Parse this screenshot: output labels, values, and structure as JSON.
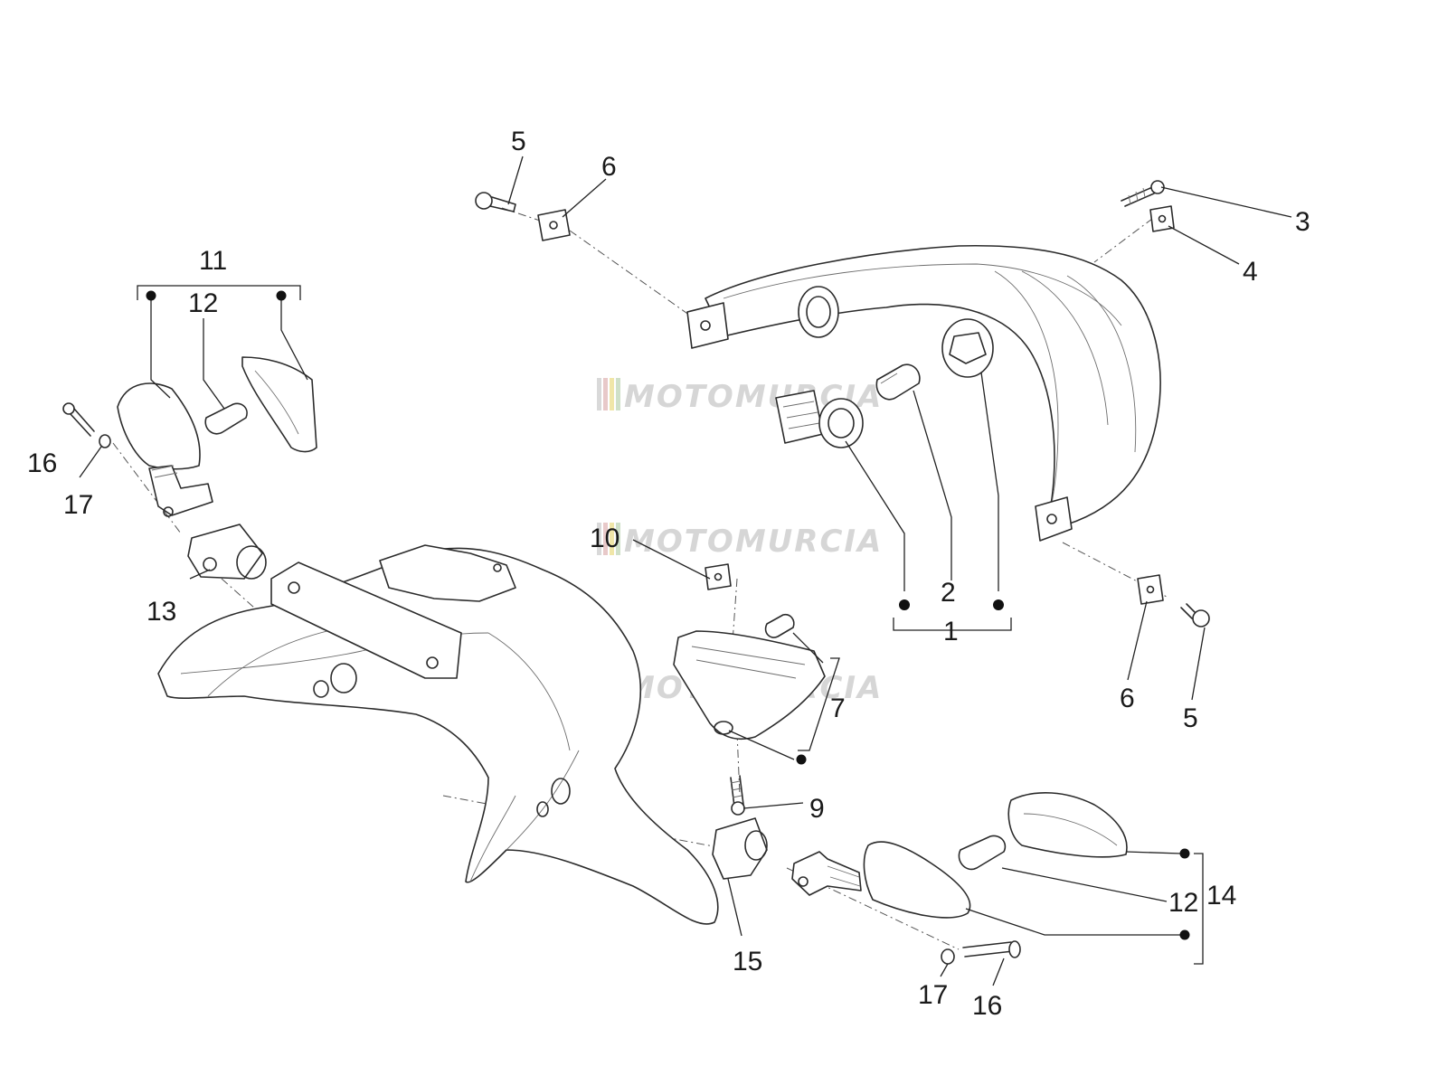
{
  "watermark": {
    "text": "MOTOMURCIA",
    "stripe_colors": [
      "#d9d9d9",
      "#e8c9c9",
      "#f0e6a8",
      "#cfe0c8"
    ]
  },
  "labels": {
    "n1": "1",
    "n2": "2",
    "n3": "3",
    "n4": "4",
    "n5a": "5",
    "n5b": "5",
    "n6a": "6",
    "n6b": "6",
    "n7": "7",
    "n9": "9",
    "n10": "10",
    "n11": "11",
    "n12a": "12",
    "n12b": "12",
    "n13": "13",
    "n14": "14",
    "n15": "15",
    "n16a": "16",
    "n16b": "16",
    "n17a": "17",
    "n17b": "17"
  }
}
